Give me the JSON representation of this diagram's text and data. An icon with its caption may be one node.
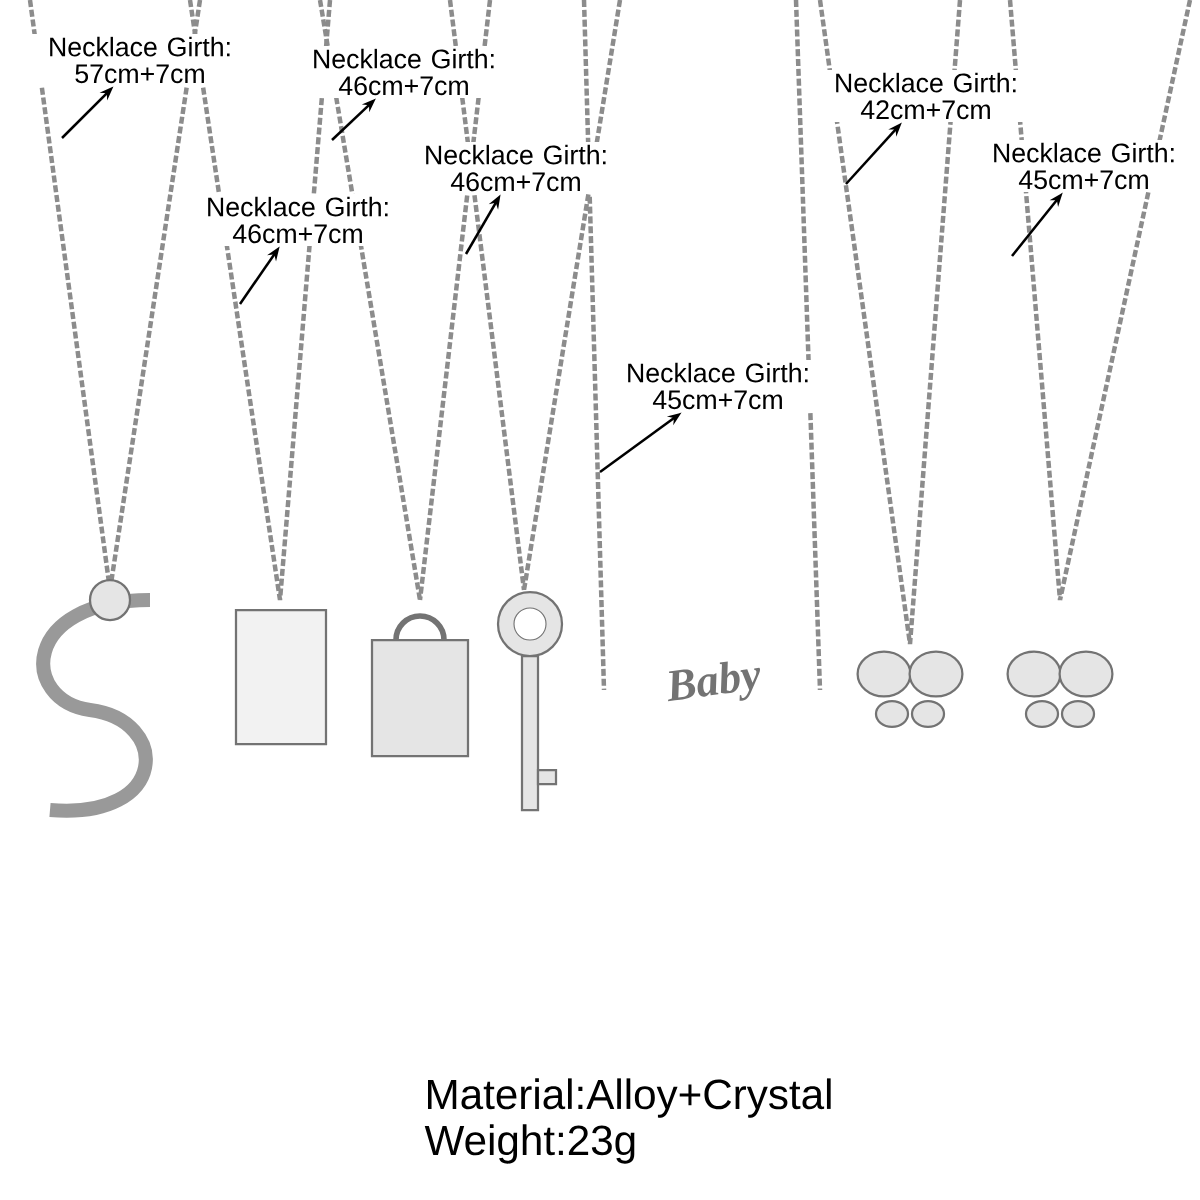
{
  "diagram": {
    "nodes": [
      {
        "text": [
          "Necklace Girth: 57cm+7cm"
        ]
      },
      {
        "text": [
          "Necklace Girth: 46cm+7cm"
        ]
      },
      {
        "text": [
          "Necklace Girth: 42cm+7cm"
        ]
      },
      {
        "text": [
          "Necklace Girth: 46cm+7cm"
        ]
      },
      {
        "text": [
          "Necklace Girth: 45cm+7cm"
        ]
      },
      {
        "text": [
          "Necklace Girth: 46cm+7cm"
        ]
      },
      {
        "text": [
          "Necklace Girth: 45cm+7cm"
        ]
      }
    ],
    "edges": [
      {
        "from": null,
        "to": 0,
        "arrow": "to"
      },
      {
        "from": null,
        "to": 1,
        "arrow": "to"
      },
      {
        "from": null,
        "to": 2,
        "arrow": "to"
      },
      {
        "from": null,
        "to": 3,
        "arrow": "to"
      },
      {
        "from": null,
        "to": 4,
        "arrow": "to"
      },
      {
        "from": null,
        "to": 5,
        "arrow": "to"
      },
      {
        "from": null,
        "to": 6,
        "arrow": "to"
      }
    ],
    "labels": [
      "Baby",
      "Material:Alloy+Crystal",
      "Weight:23g"
    ]
  }
}
